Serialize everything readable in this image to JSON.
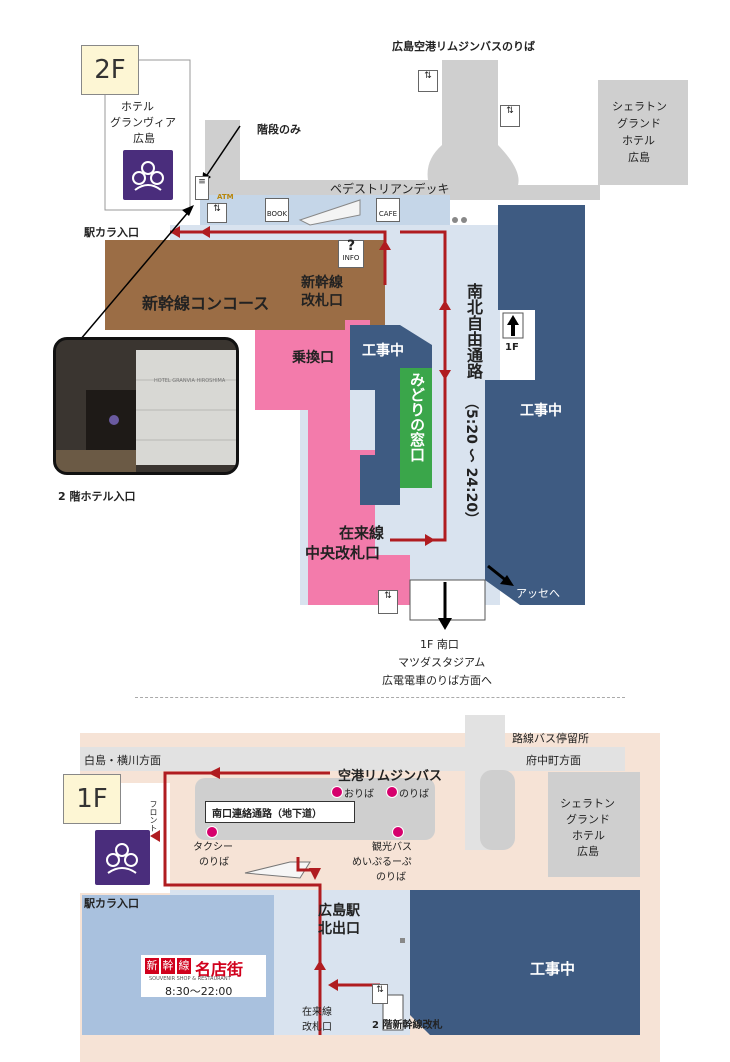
{
  "floor2": {
    "badge": "2F",
    "hotel_left_lines": [
      "ホテル",
      "グランヴィア",
      "広島"
    ],
    "hotel_right_lines": [
      "シェラトン",
      "グランド",
      "ホテル",
      "広島"
    ],
    "airport_bus": "広島空港リムジンバスのりば",
    "stairs_only": "階段のみ",
    "pedestrian_deck": "ペデストリアンデッキ",
    "atm": "ATM",
    "book": "BOOK",
    "cafe": "CAFE",
    "info": "INFO",
    "karaoke": "駅カラ入口",
    "concourse": "新幹線コンコース",
    "shinkansen_gate_1": "新幹線",
    "shinkansen_gate_2": "改札口",
    "transfer_gate": "乗換口",
    "construction_1": "工事中",
    "construction_2": "工事中",
    "midori": "みどりの窓口",
    "corridor": "南北自由通路",
    "corridor_hours": "（5:20 〜 24:20）",
    "elevator_1f": "1F",
    "central_gate_1": "在来線",
    "central_gate_2": "中央改札口",
    "asse": "アッセへ",
    "south_exit_lines": [
      "1F 南口",
      "マツダスタジアム",
      "広電電車のりば方面へ"
    ],
    "hotel_entrance": "2 階ホテル入口",
    "photo_sign": "HOTEL GRANVIA HIROSHIMA"
  },
  "floor1": {
    "badge": "1F",
    "route_bus": "路線バス停留所",
    "hakushima": "白島・横川方面",
    "fuchu": "府中町方面",
    "airport_bus": "空港リムジンバス",
    "alight": "おりば",
    "board": "のりば",
    "underpass": "南口連絡通路（地下道）",
    "taxi_lines": [
      "タクシー",
      "のりば"
    ],
    "sightseeing_lines": [
      "観光バス",
      "めいぷるーぷ",
      "のりば"
    ],
    "front": "フロント",
    "hotel_right_lines": [
      "シェラトン",
      "グランド",
      "ホテル",
      "広島"
    ],
    "karaoke": "駅カラ入口",
    "north_exit_1": "広島駅",
    "north_exit_2": "北出口",
    "construction": "工事中",
    "meitengai_chars": [
      "新",
      "幹",
      "線"
    ],
    "meitengai_name": "名店街",
    "meitengai_sub": "SOUVENIR SHOP & RESTAURANT",
    "meitengai_hours": "8:30〜22:00",
    "zairai_gate_1": "在来線",
    "zairai_gate_2": "改札口",
    "shinkansen_2f": "2 階新幹線改札"
  },
  "colors": {
    "concourse": "#9b6d45",
    "pink": "#f37bab",
    "navy": "#3e5b82",
    "green": "#3aa64a",
    "light_blue": "#d9e3ef",
    "grey": "#cfcfcf",
    "red_route": "#b01c20",
    "purple_logo": "#4a2d7c",
    "beige": "#f6e3d6"
  }
}
